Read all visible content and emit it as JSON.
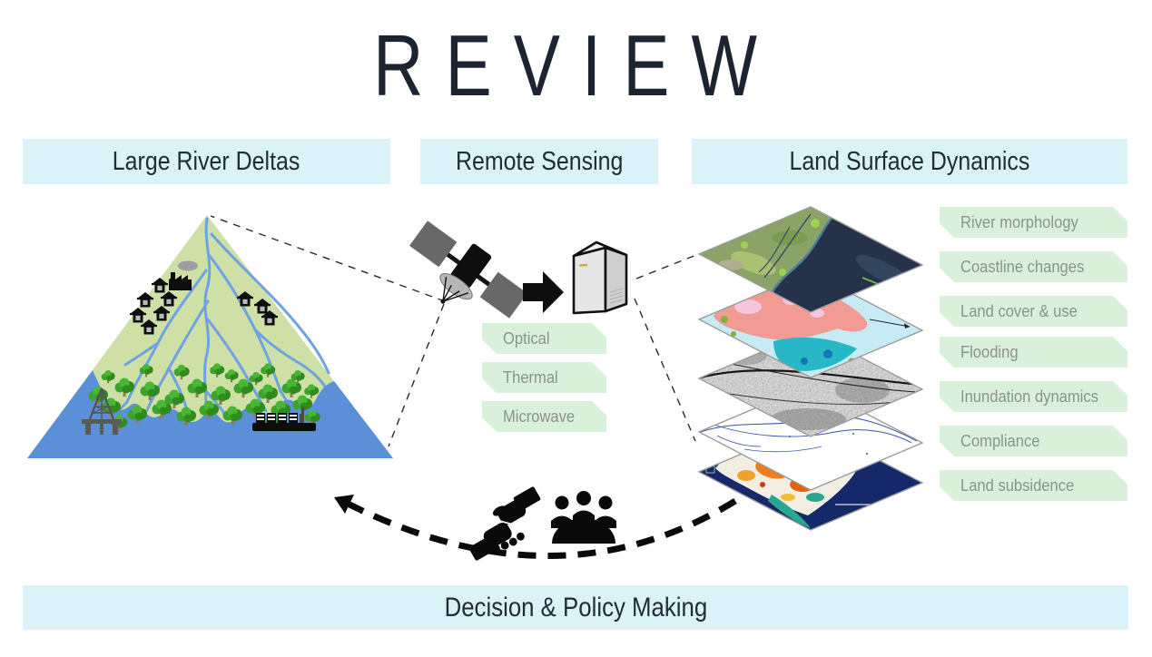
{
  "title": "REVIEW",
  "headers": {
    "deltas": "Large River Deltas",
    "remote_sensing": "Remote Sensing",
    "dynamics": "Land Surface Dynamics"
  },
  "sensing_types": [
    "Optical",
    "Thermal",
    "Microwave"
  ],
  "surface_dynamics": [
    "River morphology",
    "Coastline changes",
    "Land cover & use",
    "Flooding",
    "Inundation dynamics",
    "Compliance",
    "Land subsidence"
  ],
  "footer": "Decision & Policy Making",
  "icons": {
    "satellite": "satellite-icon",
    "server": "data-server-icon",
    "flow_arrow": "arrow-right-icon",
    "handshake": "handshake-icon",
    "stakeholders": "meeting-icon",
    "delta": "delta-illustration",
    "layers": "map-layer-stack",
    "feedback_arrow": "dashed-feedback-arrow"
  },
  "map_layers": [
    "optical-satellite-image",
    "land-cover-classification-map",
    "sar-backscatter-image",
    "river-channel-network-map",
    "land-subsidence-map"
  ],
  "colors": {
    "header_bg": "#dbf2f8",
    "tag_bg": "#d9f0da",
    "tag_text": "#8d928d",
    "heading_text": "#212c36",
    "title_text": "#1b2430",
    "land": "#cfe0a6",
    "water": "#5b8fd7"
  }
}
